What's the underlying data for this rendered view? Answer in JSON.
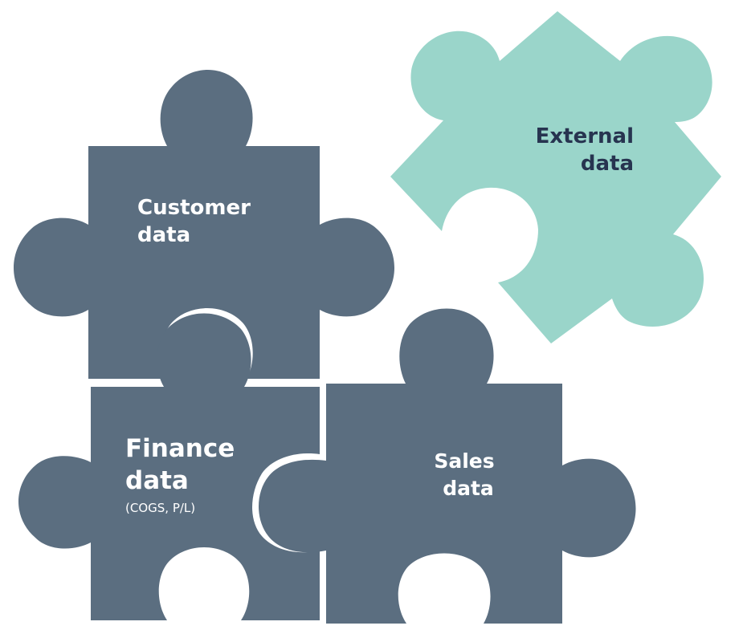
{
  "colors": {
    "background": "#ffffff",
    "slate_piece": "#5b6e80",
    "teal_piece": "#9ad5ca",
    "light_text": "#ffffff",
    "dark_text": "#273450"
  },
  "pieces": {
    "customer": {
      "line1": "Customer",
      "line2": "data"
    },
    "finance": {
      "line1": "Finance",
      "line2": "data",
      "sub": "(COGS, P/L)"
    },
    "sales": {
      "line1": "Sales",
      "line2": "data"
    },
    "external": {
      "line1": "External",
      "line2": "data"
    }
  }
}
